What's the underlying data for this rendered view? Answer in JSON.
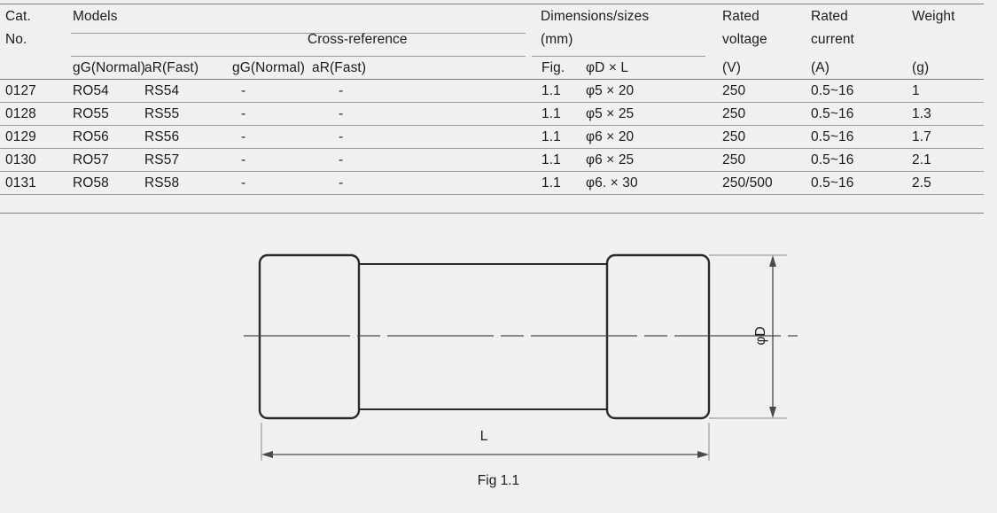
{
  "table": {
    "headers": {
      "cat_no_line1": "Cat.",
      "cat_no_line2": "No.",
      "models": "Models",
      "cross_reference": "Cross-reference",
      "models_gg": "gG(Normal)",
      "models_ar": "aR(Fast)",
      "xref_gg": "gG(Normal)",
      "xref_ar": "aR(Fast)",
      "dimensions_line1": "Dimensions/sizes",
      "dimensions_line2": "(mm)",
      "fig": "Fig.",
      "dia_len": "φD × L",
      "rated_voltage_line1": "Rated",
      "rated_voltage_line2": "voltage",
      "rated_voltage_unit": "(V)",
      "rated_current_line1": "Rated",
      "rated_current_line2": "current",
      "rated_current_unit": "(A)",
      "weight": "Weight",
      "weight_unit": "(g)"
    },
    "rows": [
      {
        "cat_no": "0127",
        "model_gg": "RO54",
        "model_ar": "RS54",
        "xref_gg": "-",
        "xref_ar": "-",
        "fig": "1.1",
        "size": "φ5 × 20",
        "voltage": "250",
        "current": "0.5~16",
        "weight": "1"
      },
      {
        "cat_no": "0128",
        "model_gg": "RO55",
        "model_ar": "RS55",
        "xref_gg": "-",
        "xref_ar": "-",
        "fig": "1.1",
        "size": "φ5 × 25",
        "voltage": "250",
        "current": "0.5~16",
        "weight": "1.3"
      },
      {
        "cat_no": "0129",
        "model_gg": "RO56",
        "model_ar": "RS56",
        "xref_gg": "-",
        "xref_ar": "-",
        "fig": "1.1",
        "size": "φ6 × 20",
        "voltage": "250",
        "current": "0.5~16",
        "weight": "1.7"
      },
      {
        "cat_no": "0130",
        "model_gg": "RO57",
        "model_ar": "RS57",
        "xref_gg": "-",
        "xref_ar": "-",
        "fig": "1.1",
        "size": "φ6 × 25",
        "voltage": "250",
        "current": "0.5~16",
        "weight": "2.1"
      },
      {
        "cat_no": "0131",
        "model_gg": "RO58",
        "model_ar": "RS58",
        "xref_gg": "-",
        "xref_ar": "-",
        "fig": "1.1",
        "size": "φ6. × 30",
        "voltage": "250/500",
        "current": "0.5~16",
        "weight": "2.5"
      }
    ]
  },
  "figure": {
    "caption": "Fig 1.1",
    "length_label": "L",
    "diameter_label": "φD"
  },
  "colors": {
    "background": "#f0f0f0",
    "text": "#1b1b1b",
    "rule": "#9a9a9a",
    "outline": "#2b2b2e",
    "dimension_line": "#4a4a4a"
  }
}
